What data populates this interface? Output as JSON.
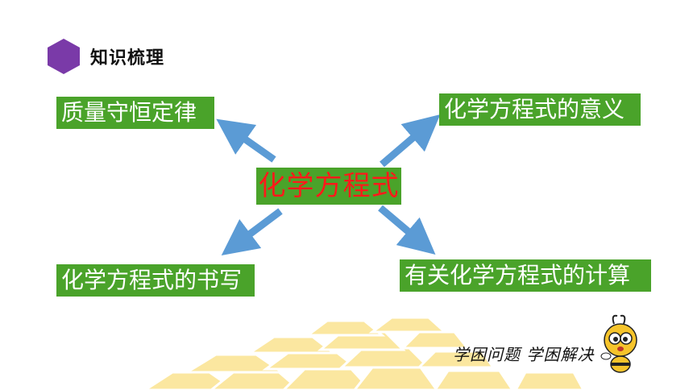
{
  "header": {
    "title": "知识梳理",
    "icon": "hexagon-icon",
    "icon_color": "#7a3aa8"
  },
  "diagram": {
    "center": "化学方程式",
    "nodes": [
      {
        "id": "top-left",
        "label": "质量守恒定律"
      },
      {
        "id": "top-right",
        "label": "化学方程式的意义"
      },
      {
        "id": "bottom-left",
        "label": "化学方程式的书写"
      },
      {
        "id": "bottom-right",
        "label": "有关化学方程式的计算"
      }
    ],
    "box_color": "#4aa32a",
    "center_text_color": "#ff1a1a",
    "arrow_color": "#5b9bd5"
  },
  "footer": {
    "slogan": "学困问题 学困解决",
    "mascot_icon": "bee-mascot-icon"
  }
}
